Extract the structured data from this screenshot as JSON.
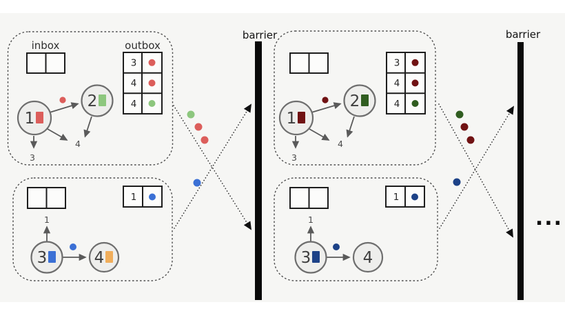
{
  "colors": {
    "page_bg": "#f6f6f4",
    "red": "#dc5e5b",
    "green": "#8dc77e",
    "blue": "#3b70d5",
    "orange": "#f1ae5b",
    "dark_red": "#701213",
    "dark_green": "#305d20",
    "dark_blue": "#1d4287",
    "node_fill": "#eeeeec",
    "node_stroke": "#6e6e6e",
    "barrier_fill": "#0a0a0a"
  },
  "left": {
    "top": {
      "inbox_label": "inbox",
      "outbox_label": "outbox",
      "outbox_rows": [
        {
          "dest": "3",
          "color": "#dc5e5b"
        },
        {
          "dest": "4",
          "color": "#dc5e5b"
        },
        {
          "dest": "4",
          "color": "#8dc77e"
        }
      ],
      "node1": {
        "id": "1",
        "color": "#dc5e5b"
      },
      "node2": {
        "id": "2",
        "color": "#8dc77e"
      },
      "edge_label_to3": "3",
      "edge_label_to4": "4",
      "inflight_dot_color": "#dc5e5b"
    },
    "bottom": {
      "outbox_rows": [
        {
          "dest": "1",
          "color": "#3b70d5"
        }
      ],
      "node3": {
        "id": "3",
        "color": "#3b70d5"
      },
      "node4": {
        "id": "4",
        "color": "#f1ae5b"
      },
      "edge_label_to1": "1",
      "inflight_dot_color": "#3b70d5"
    },
    "transit_dots": {
      "dot1": "#8dc77e",
      "dot2": "#dc5e5b",
      "dot3": "#dc5e5b",
      "dot4": "#3b70d5"
    }
  },
  "right": {
    "top": {
      "outbox_rows": [
        {
          "dest": "3",
          "color": "#701213"
        },
        {
          "dest": "4",
          "color": "#701213"
        },
        {
          "dest": "4",
          "color": "#305d20"
        }
      ],
      "node1": {
        "id": "1",
        "color": "#701213"
      },
      "node2": {
        "id": "2",
        "color": "#305d20"
      },
      "edge_label_to3": "3",
      "edge_label_to4": "4",
      "inflight_dot_color": "#701213"
    },
    "bottom": {
      "outbox_rows": [
        {
          "dest": "1",
          "color": "#1d4287"
        }
      ],
      "node3": {
        "id": "3",
        "color": "#1d4287"
      },
      "node4": {
        "id": "4",
        "color": null
      },
      "edge_label_to1": "1",
      "inflight_dot_color": "#1d4287"
    },
    "transit_dots": {
      "dot1": "#305d20",
      "dot2": "#701213",
      "dot3": "#701213",
      "dot4": "#1d4287"
    }
  },
  "barriers": {
    "left_label": "barrier",
    "right_label": "barrier"
  },
  "continuation_ellipsis": "..."
}
